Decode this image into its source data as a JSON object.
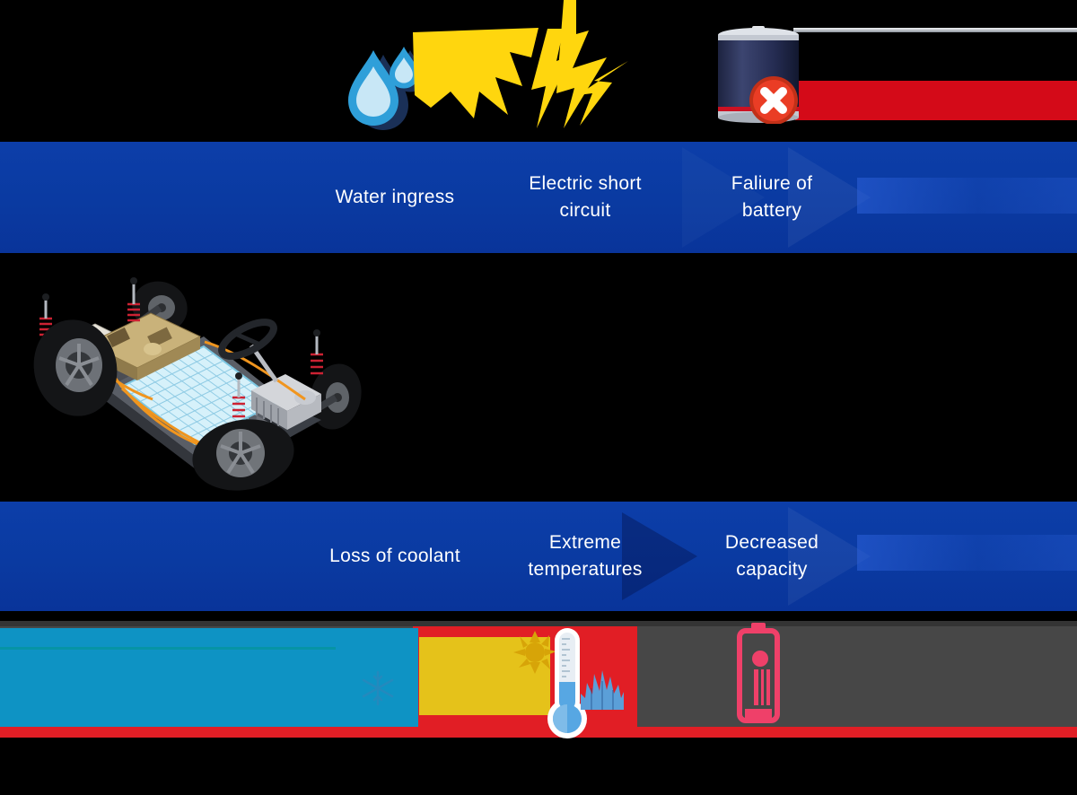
{
  "colors": {
    "background": "#000000",
    "band_blue": "#0a3aa1",
    "cyan": "#0e93c4",
    "yellow": "#e5c21a",
    "flash_yellow": "#ffd60e",
    "red": "#e11e25",
    "pink": "#ef4069",
    "ice_blue": "#5b9fd8",
    "panel_gray": "#474747",
    "battery_navy": "#2b3254",
    "text_white": "#ffffff"
  },
  "flows": [
    {
      "steps": [
        {
          "label": "Water ingress",
          "icon": "water-drops-icon"
        },
        {
          "label": "Electric short circuit",
          "icon": "electric-spark-icon"
        },
        {
          "label": "Faliure of battery",
          "icon": "failed-battery-icon"
        }
      ]
    },
    {
      "steps": [
        {
          "label": "Loss of coolant",
          "icon": "coolant-block-icon"
        },
        {
          "label": "Extreme temperatures",
          "icon": "thermometer-sun-ice-icon"
        },
        {
          "label": "Decreased capacity",
          "icon": "low-capacity-battery-icon"
        }
      ]
    }
  ],
  "illustration": {
    "name": "ev-skateboard-chassis"
  }
}
